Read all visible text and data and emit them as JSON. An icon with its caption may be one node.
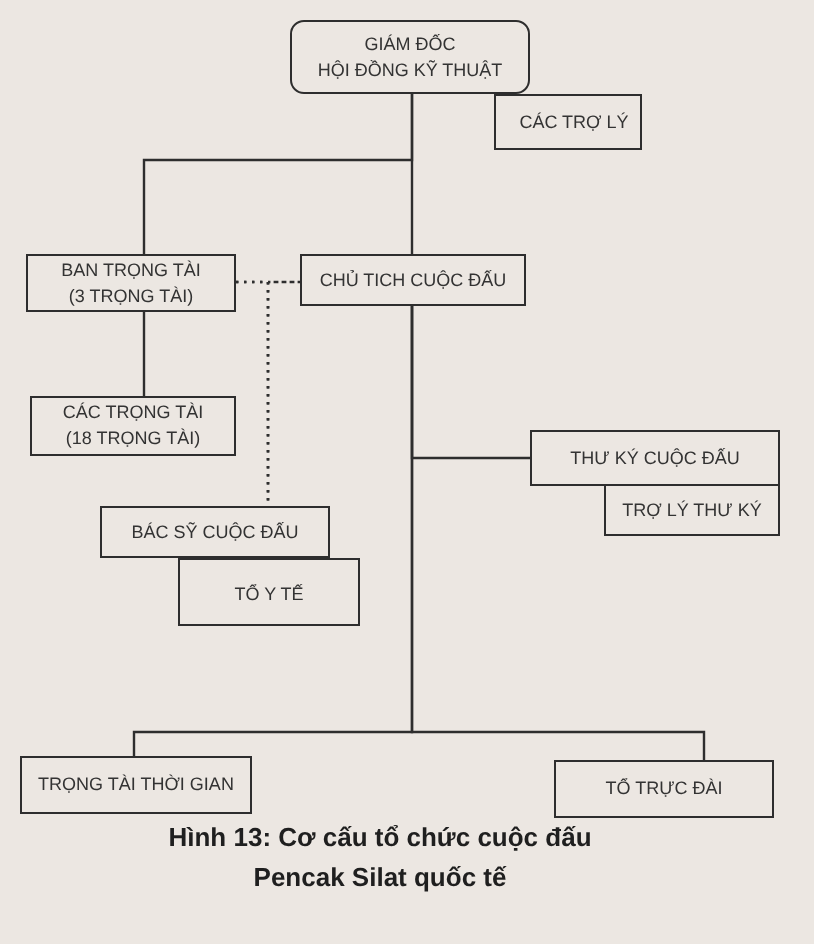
{
  "diagram": {
    "caption": "Hình 13: Cơ cấu tổ chức cuộc đấu Pencak Silat quốc tế",
    "nodes": [
      {
        "text": [
          "GIÁM ĐỐC",
          "HỘI ĐỒNG KỸ THUẬT"
        ]
      },
      {
        "text": [
          "CÁC TRỢ LÝ"
        ]
      },
      {
        "text": [
          "BAN TRỌNG TÀI (3 TRỌNG TÀI)"
        ]
      },
      {
        "text": [
          "CHỦ TICH CUỘC ĐẤU"
        ]
      },
      {
        "text": [
          "CÁC TRỌNG TÀI (18 TRỌNG TÀI)"
        ]
      },
      {
        "text": [
          "THƯ KÝ CUỘC ĐẤU"
        ]
      },
      {
        "text": [
          "TRỢ LÝ THƯ KÝ"
        ]
      },
      {
        "text": [
          "BÁC SỸ CUỘC ĐẤU"
        ]
      },
      {
        "text": [
          "TỔ Y TẾ"
        ]
      },
      {
        "text": [
          "TRỌNG TÀI THỜI GIAN"
        ]
      },
      {
        "text": [
          "TỔ TRỰC ĐÀI"
        ]
      }
    ],
    "edges": [
      {
        "from": 0,
        "to": 2,
        "arrow": "none"
      },
      {
        "from": 0,
        "to": 3,
        "arrow": "none"
      },
      {
        "from": 2,
        "to": 4,
        "arrow": "none"
      },
      {
        "from": 2,
        "to": 3,
        "arrow": "none",
        "style": "dashed"
      },
      {
        "from": 2,
        "to": 7,
        "arrow": "none",
        "style": "dashed"
      },
      {
        "from": 3,
        "to": 7,
        "arrow": "none",
        "style": "dashed"
      },
      {
        "from": 3,
        "to": 5,
        "arrow": "none"
      },
      {
        "from": 3,
        "to": 9,
        "arrow": "none"
      },
      {
        "from": 3,
        "to": 10,
        "arrow": "none"
      }
    ]
  }
}
